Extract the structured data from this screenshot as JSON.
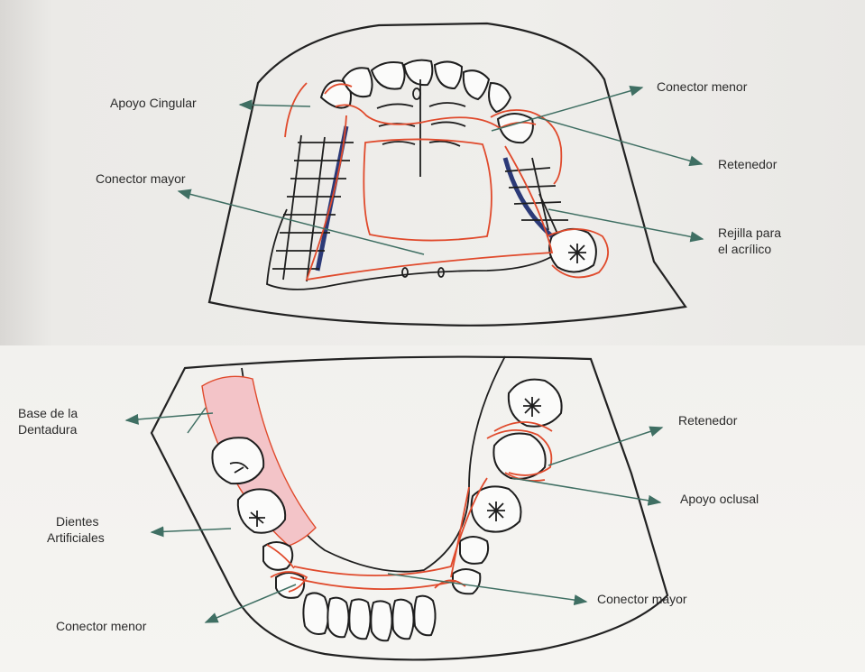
{
  "upper_diagram": {
    "labels": {
      "apoyo_cingular": "Apoyo Cingular",
      "conector_menor": "Conector menor",
      "retenedor": "Retenedor",
      "conector_mayor": "Conector mayor",
      "rejilla_line1": "Rejilla para",
      "rejilla_line2": "el acrílico"
    }
  },
  "lower_diagram": {
    "labels": {
      "base_line1": "Base de la",
      "base_line2": "Dentadura",
      "retenedor": "Retenedor",
      "apoyo_oclusal": "Apoyo oclusal",
      "dientes_line1": "Dientes",
      "dientes_line2": "Artificiales",
      "conector_mayor": "Conector mayor",
      "conector_menor": "Conector menor"
    }
  },
  "colors": {
    "framework": "#e04a2c",
    "acrylic_base": "#f3c4c8",
    "mesh_blue": "#2c3a78",
    "arrow": "#3f6f63"
  }
}
